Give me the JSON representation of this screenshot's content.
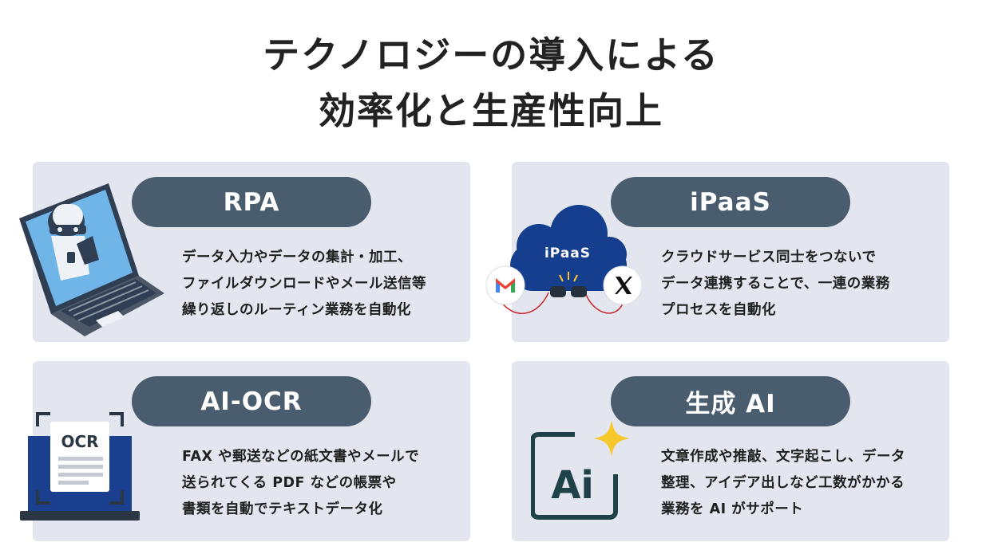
{
  "header": {
    "title_line1": "テクノロジーの導入による",
    "title_line2": "効率化と生産性向上"
  },
  "cards": [
    {
      "label": "RPA",
      "desc": [
        "データ入力やデータの集計・加工、",
        "ファイルダウンロードやメール送信等",
        "繰り返しのルーティン業務を自動化"
      ]
    },
    {
      "label": "iPaaS",
      "illustration_text": "iPaaS",
      "desc": [
        "クラウドサービス同士をつないで",
        "データ連携することで、一連の業務",
        "プロセスを自動化"
      ]
    },
    {
      "label": "AI-OCR",
      "illustration_text": "OCR",
      "desc": [
        "FAX や郵送などの紙文書やメールで",
        "送られてくる PDF などの帳票や",
        "書類を自動でテキストデータ化"
      ]
    },
    {
      "label": "生成 AI",
      "illustration_text": "Ai",
      "desc": [
        "文章作成や推敲、文字起こし、データ",
        "整理、アイデア出しなど工数がかかる",
        "業務を AI がサポート"
      ]
    }
  ],
  "colors": {
    "pill": "#4a5d6f",
    "card_bg": "#e3e6ef",
    "cloud": "#163e8e",
    "ocr_laptop": "#1b3f8f",
    "ai_frame": "#1e4248",
    "ai_star": "#f7c82e"
  },
  "icons": [
    "robot-laptop-icon",
    "cloud-connect-icon",
    "gmail-icon",
    "x-logo-icon",
    "ocr-scan-icon",
    "ai-sparkle-icon"
  ]
}
